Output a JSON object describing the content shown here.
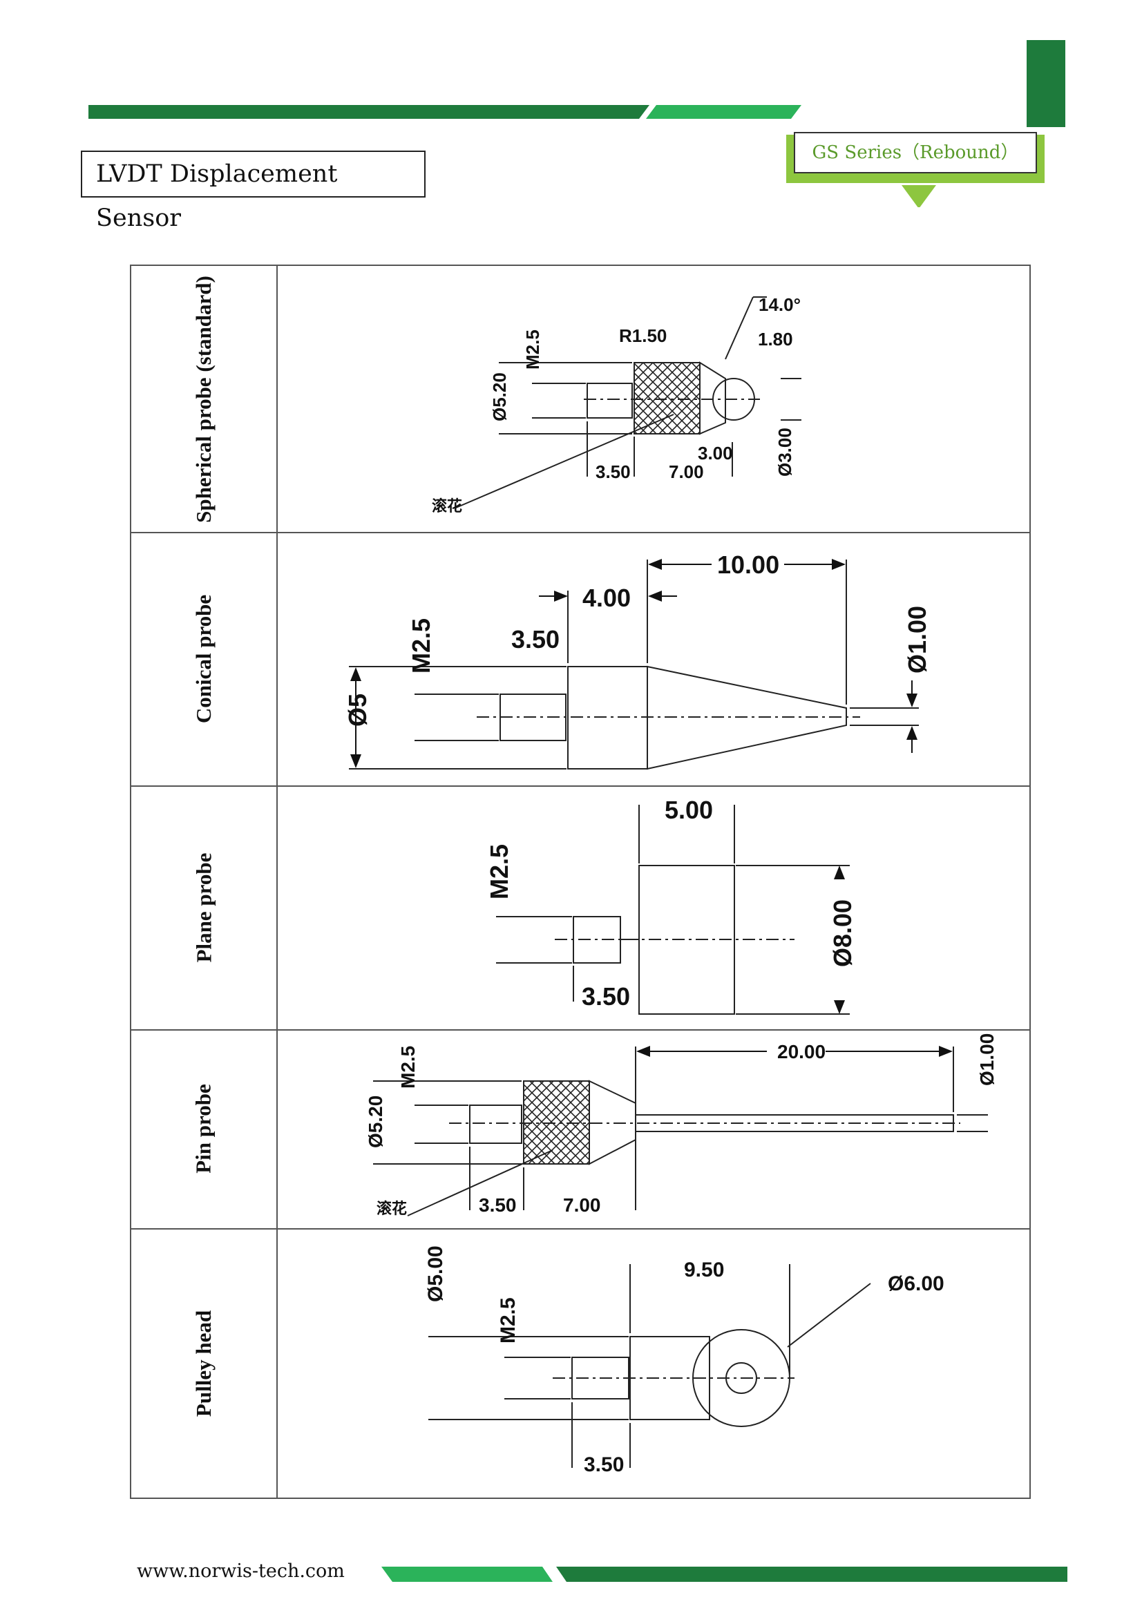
{
  "header": {
    "product_title": "LVDT Displacement Sensor",
    "series_label": "GS Series（Rebound）",
    "brand_green": "#1e7b3c",
    "accent_green": "#2bb35a",
    "series_frame_green": "#8dc63f"
  },
  "probes": [
    {
      "name": "Spherical probe (standard)",
      "dims": {
        "angle": "14.0°",
        "radius": "R1.50",
        "d1": "1.80",
        "thread": "M2.5",
        "dia_body": "Ø5.20",
        "len_a": "3.00",
        "dia_tip": "Ø3.00",
        "len_thread": "3.50",
        "len_body": "7.00",
        "knurl": "滚花"
      }
    },
    {
      "name": "Conical probe",
      "dims": {
        "len_total": "10.00",
        "len_cone_offset": "4.00",
        "len_thread": "3.50",
        "thread": "M2.5",
        "dia_body": "Ø5",
        "dia_tip": "Ø1.00"
      }
    },
    {
      "name": "Plane probe",
      "dims": {
        "len_head": "5.00",
        "thread": "M2.5",
        "dia_head": "Ø8.00",
        "len_thread": "3.50"
      }
    },
    {
      "name": "Pin probe",
      "dims": {
        "len_pin": "20.00",
        "thread": "M2.5",
        "dia_body": "Ø5.20",
        "dia_pin": "Ø1.00",
        "knurl": "滚花",
        "len_thread": "3.50",
        "len_body": "7.00"
      }
    },
    {
      "name": "Pulley head",
      "dims": {
        "dia_body": "Ø5.00",
        "len_head": "9.50",
        "dia_wheel": "Ø6.00",
        "thread": "M2.5",
        "len_thread": "3.50"
      }
    }
  ],
  "footer": {
    "website": "www.norwis-tech.com"
  }
}
